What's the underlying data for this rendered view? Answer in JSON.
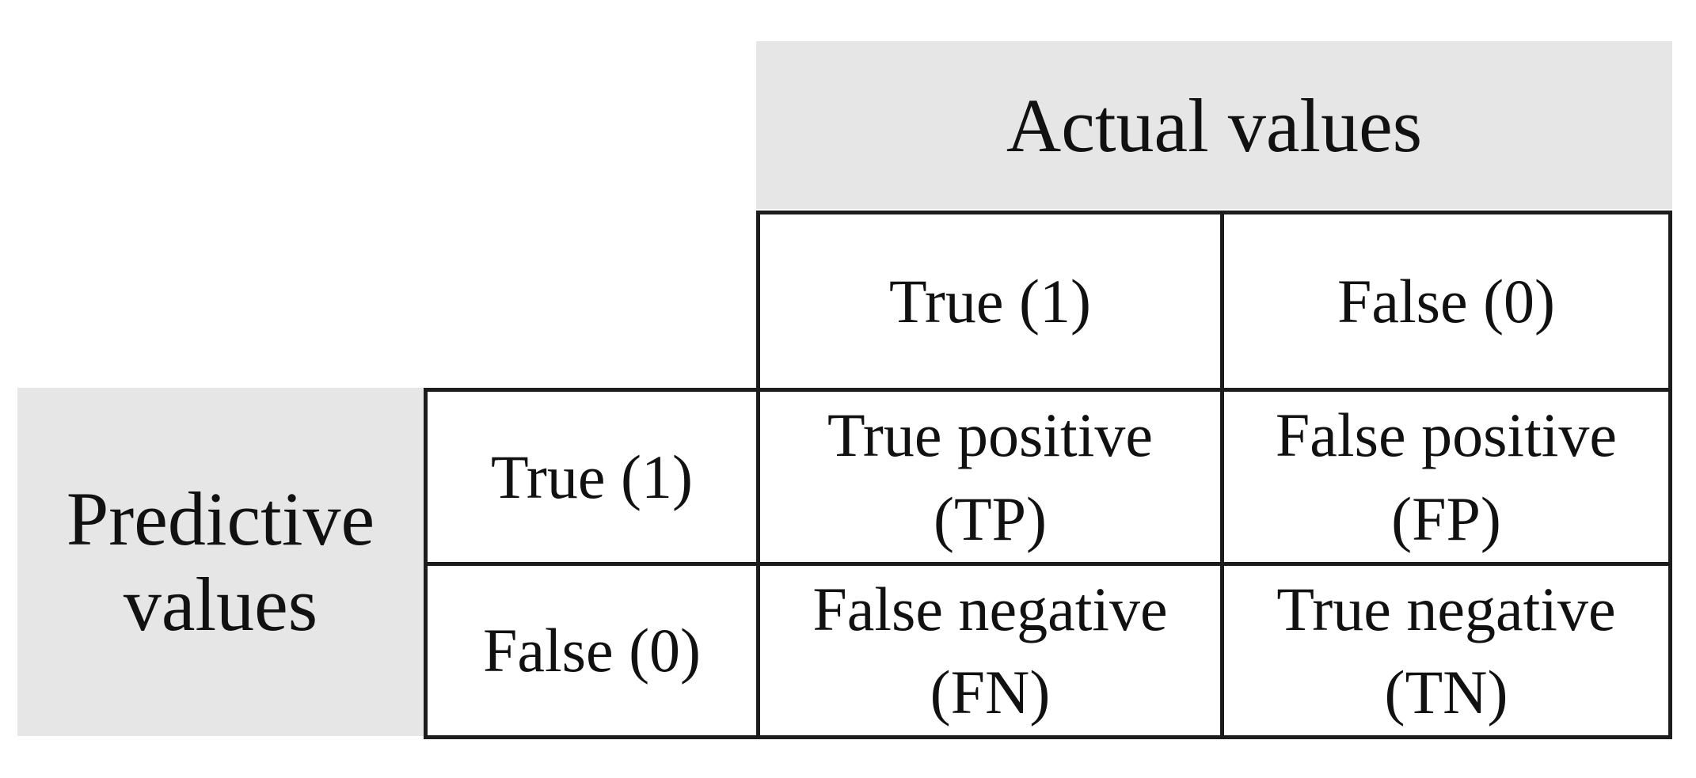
{
  "colors": {
    "page_bg": "#ffffff",
    "header_bg": "#e6e6e6",
    "cell_bg": "#ffffff",
    "border": "#1c1c1c",
    "text": "#111111"
  },
  "matrix": {
    "column_axis_label": "Actual values",
    "row_axis_label": {
      "line1": "Predictive",
      "line2": "values"
    },
    "column_headers": [
      "True (1)",
      "False (0)"
    ],
    "row_headers": [
      "True (1)",
      "False (0)"
    ],
    "cells": {
      "tp": {
        "name": "True positive",
        "abbr": "(TP)"
      },
      "fp": {
        "name": "False positive",
        "abbr": "(FP)"
      },
      "fn": {
        "name": "False negative",
        "abbr": "(FN)"
      },
      "tn": {
        "name": "True negative",
        "abbr": "(TN)"
      }
    }
  }
}
